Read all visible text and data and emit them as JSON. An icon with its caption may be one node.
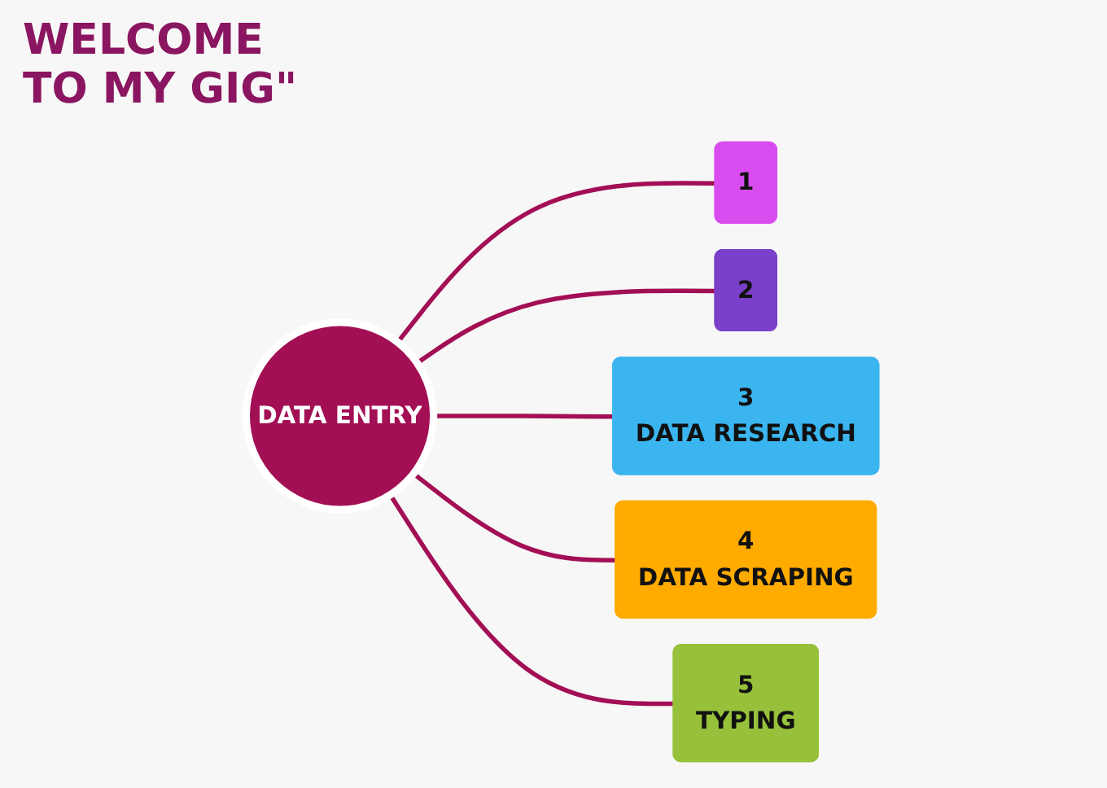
{
  "diagram": {
    "title": "WELCOME TO MY GIG\"",
    "nodes": [
      {
        "text": [
          "DATA ENTRY"
        ]
      },
      {
        "text": [
          "1"
        ]
      },
      {
        "text": [
          "2"
        ]
      },
      {
        "text": [
          "3",
          "DATA RESEARCH"
        ]
      },
      {
        "text": [
          "4",
          "DATA SCRAPING"
        ]
      },
      {
        "text": [
          "5",
          "TYPING"
        ]
      }
    ],
    "edges": [
      {
        "from": 0,
        "to": 1,
        "arrow": "none"
      },
      {
        "from": 0,
        "to": 2,
        "arrow": "none"
      },
      {
        "from": 0,
        "to": 3,
        "arrow": "none"
      },
      {
        "from": 0,
        "to": 4,
        "arrow": "none"
      },
      {
        "from": 0,
        "to": 5,
        "arrow": "none"
      }
    ]
  }
}
